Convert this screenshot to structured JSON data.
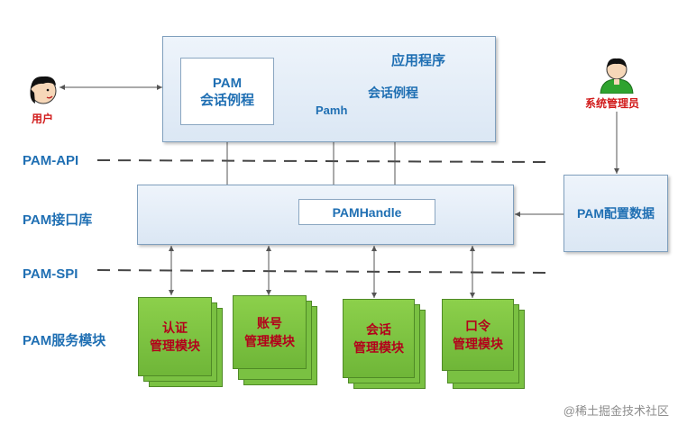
{
  "app": {
    "title": "应用程序",
    "pam_routine_line1": "PAM",
    "pam_routine_line2": "会话例程",
    "pamh": "Pamh",
    "session_routine": "会话例程"
  },
  "roles": {
    "user": "用户",
    "admin": "系统管理员"
  },
  "layers": {
    "api": "PAM-API",
    "lib": "PAM接口库",
    "spi": "PAM-SPI",
    "modules": "PAM服务模块"
  },
  "lib": {
    "handle": "PAMHandle"
  },
  "config": {
    "label": "PAM配置数据"
  },
  "modules": [
    {
      "line1": "认证",
      "line2": "管理模块"
    },
    {
      "line1": "账号",
      "line2": "管理模块"
    },
    {
      "line1": "会话",
      "line2": "管理模块"
    },
    {
      "line1": "口令",
      "line2": "管理模块"
    }
  ],
  "watermark": "@稀土掘金技术社区",
  "colors": {
    "label_blue": "#1f6fb3",
    "role_red": "#d11a1a",
    "module_green": "#7ac142",
    "module_text": "#b3001b"
  }
}
